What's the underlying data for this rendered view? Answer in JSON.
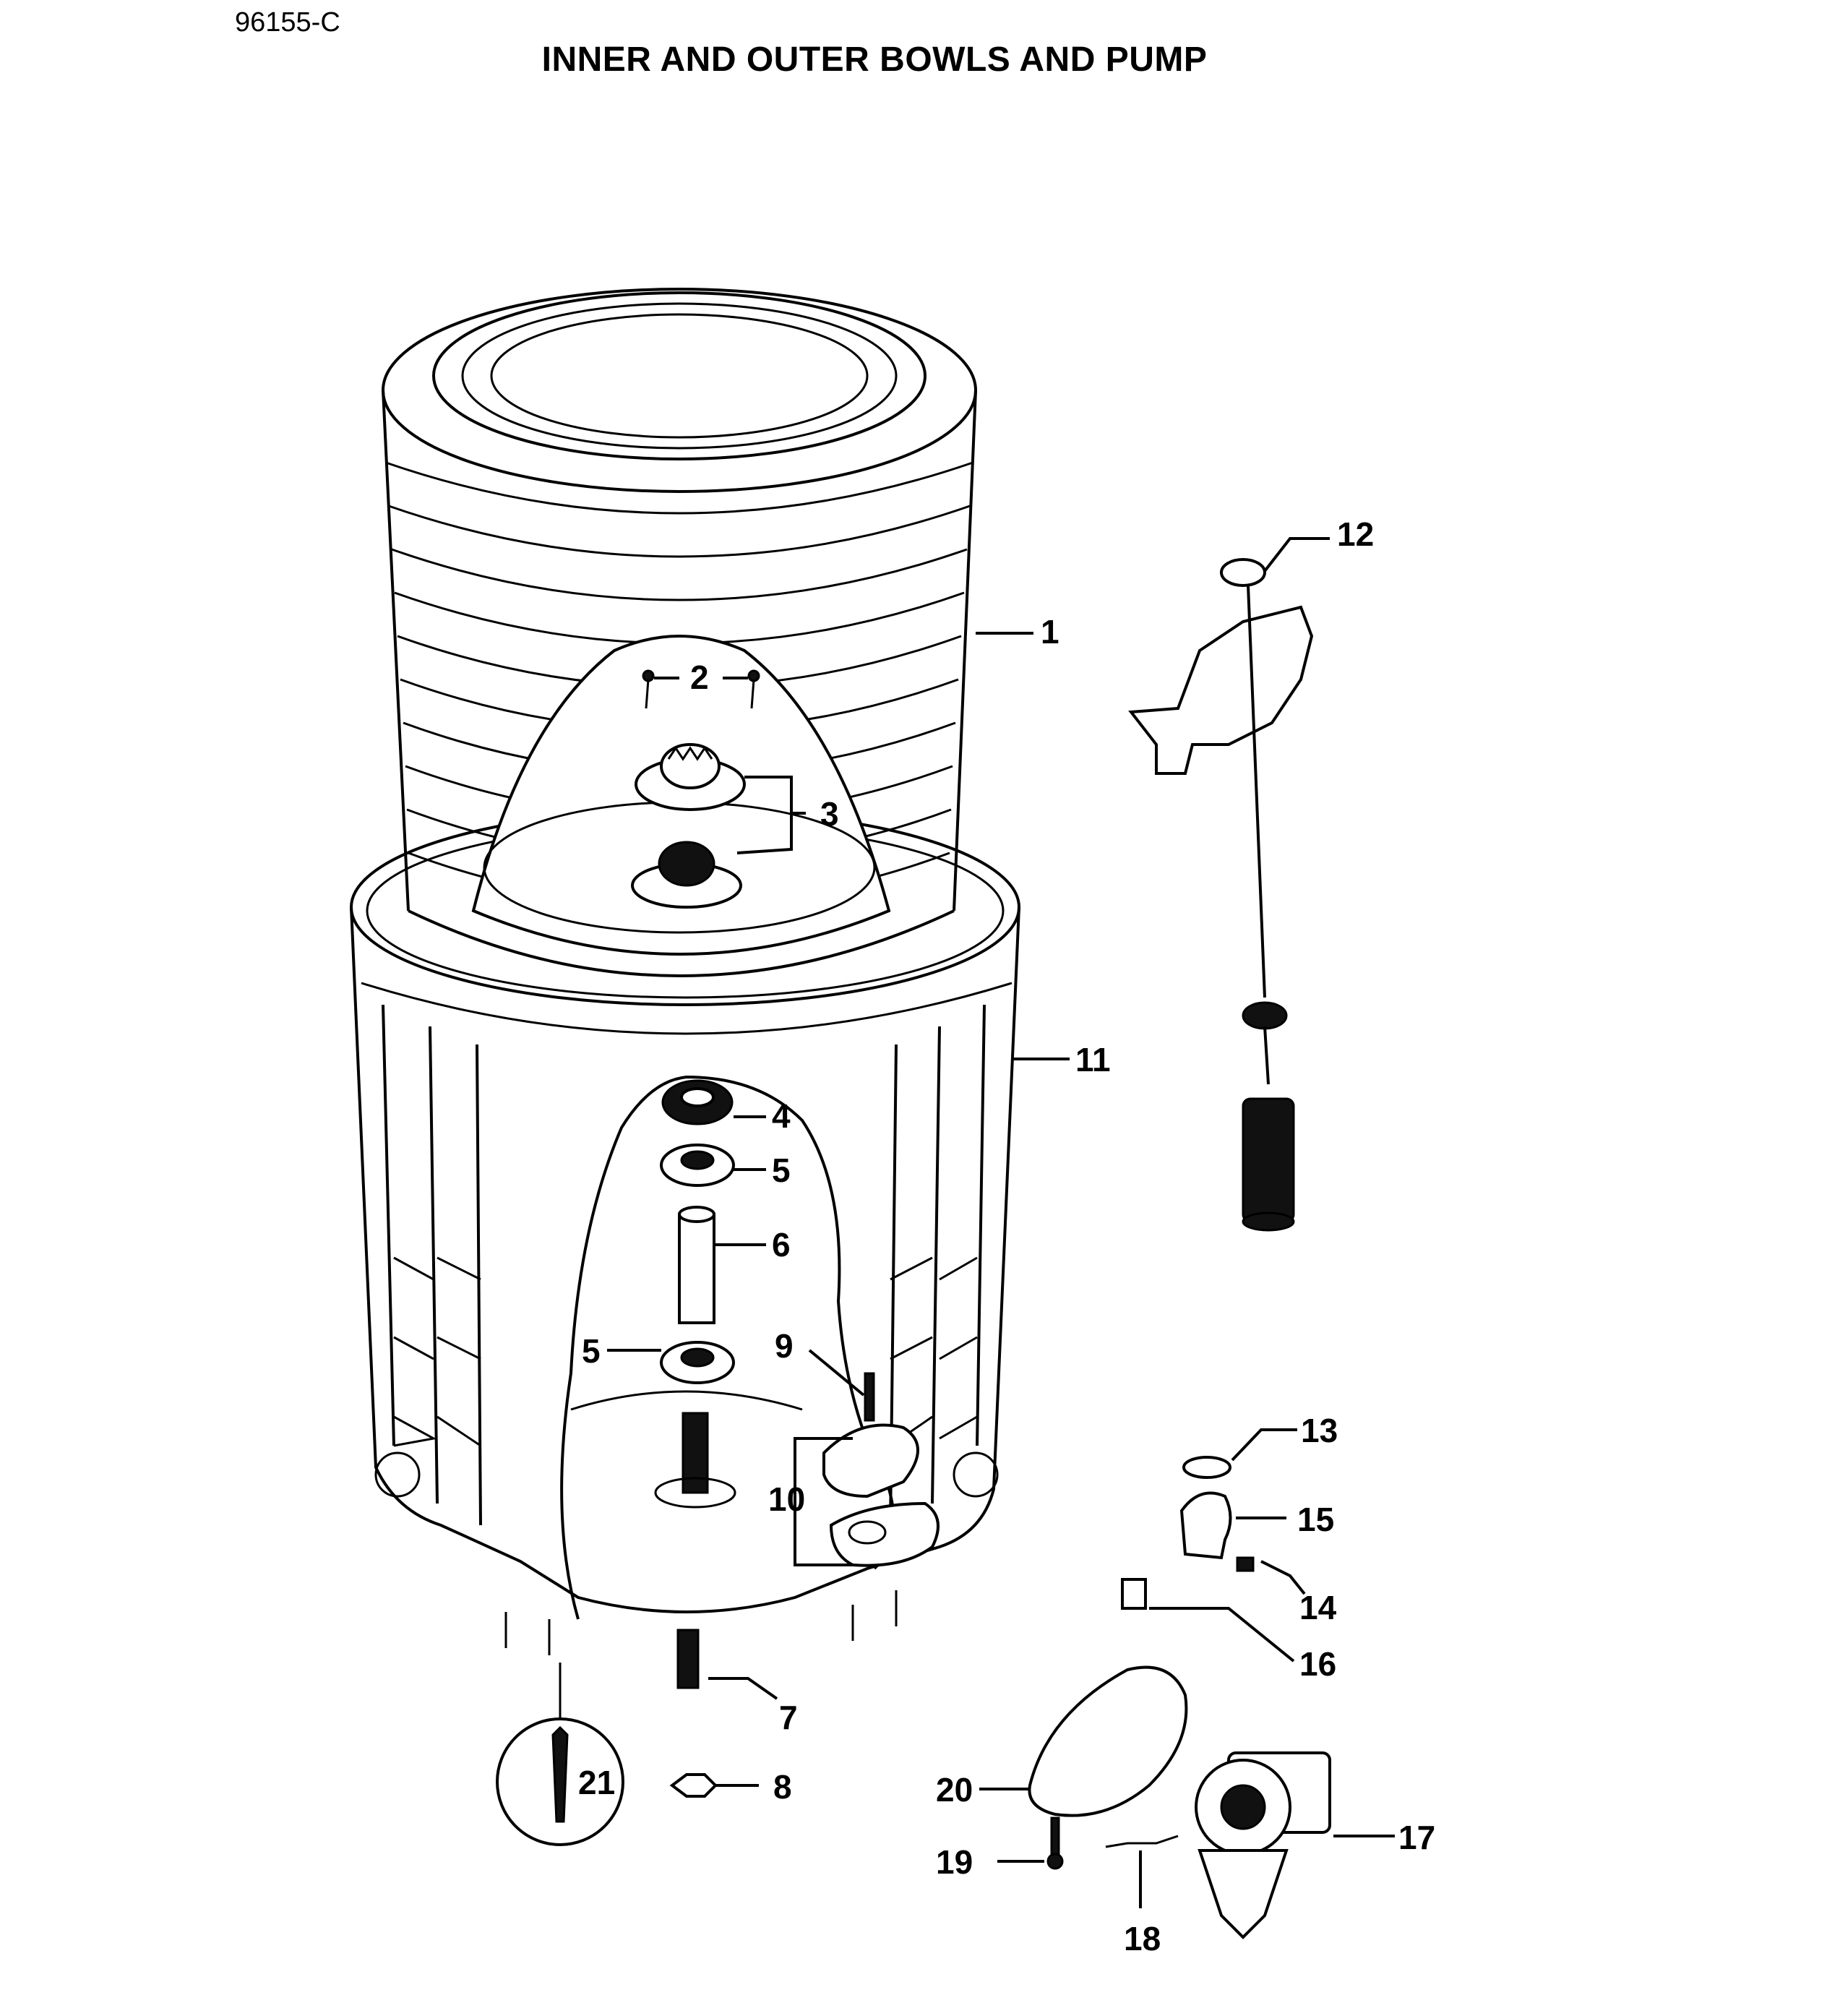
{
  "header": {
    "doc_id": "96155-C",
    "title": "INNER AND OUTER BOWLS AND PUMP"
  },
  "callouts": {
    "c1": "1",
    "c2": "2",
    "c3": "3",
    "c4": "4",
    "c5a": "5",
    "c5b": "5",
    "c6": "6",
    "c7": "7",
    "c8": "8",
    "c9": "9",
    "c10": "10",
    "c11": "11",
    "c12": "12",
    "c13": "13",
    "c14": "14",
    "c15": "15",
    "c16": "16",
    "c17": "17",
    "c18": "18",
    "c19": "19",
    "c20": "20",
    "c21": "21"
  }
}
